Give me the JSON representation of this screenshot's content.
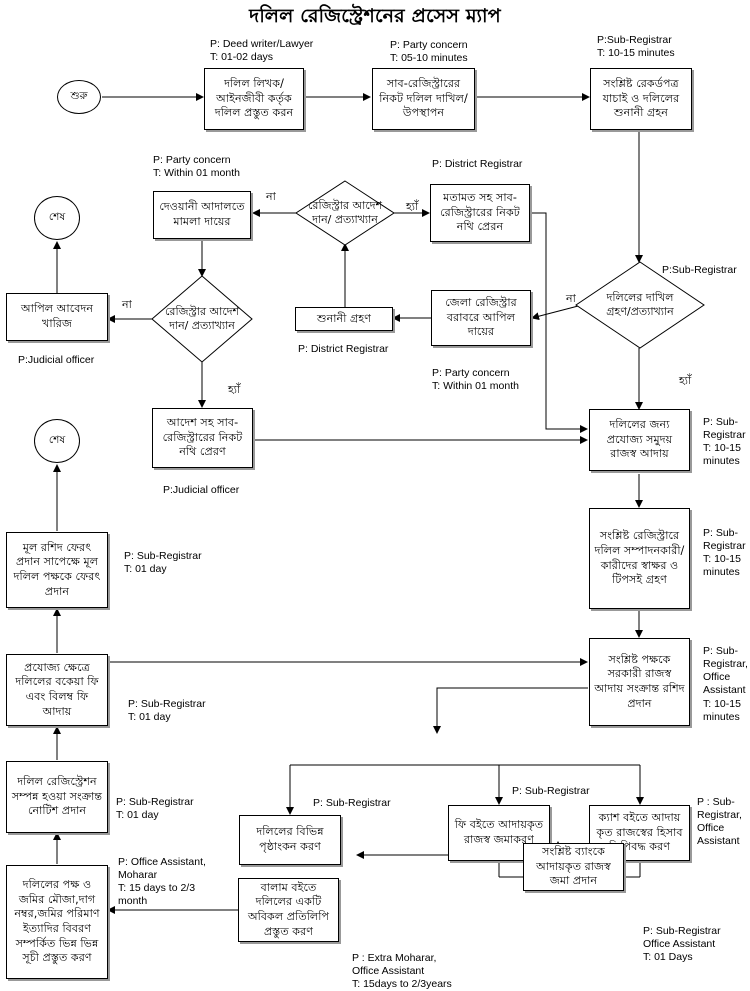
{
  "title": "দলিল রেজিস্ট্রেশনের প্রসেস ম্যাপ",
  "start_label": "শুরু",
  "end_label": "শেষ",
  "yes_label": "হ্যাঁ",
  "no_label": "না",
  "steps": {
    "deed_prep": "দলিল লিখক/ আইনজীবী কর্তৃক দলিল প্রস্তুত করন",
    "submit": "সাব-রেজিস্ট্রারের নিকট দলিল দাখিল/উপস্থাপন",
    "verify": "সংশ্লিষ্ট রেকর্ডপত্র যাচাই ও দলিলের শুনানী গ্রহন",
    "accept_reject": "দলিলের দাখিল গ্রহণ/প্রত্যাখ্যান",
    "appeal_dr": "জেলা রেজিস্ট্রার বরাবরে আপিল দায়ের",
    "hearing": "শুনানী গ্রহণ",
    "registrar_order": "রেজিস্ট্রার আদেশ দান/ প্রত্যাখ্যান",
    "send_opinion": "মতামত সহ সাব-রেজিস্ট্রারের নিকট নথি প্রেরন",
    "civil_suit": "দেওয়ানী আদালতে মামলা দায়ের",
    "court_order": "রেজিস্ট্রার আদেশ দান/ প্রত্যাখ্যান",
    "appeal_dismissed": "আপিল আবেদন খারিজ",
    "send_with_order": "আদেশ সহ সাব-রেজিস্ট্রারের নিকট নথি প্রেরণ",
    "collect_revenue": "দলিলের জন্য প্রযোজ্য সমুদয় রাজস্ব আদায়",
    "signatures": "সংশ্লিষ্ট রেজিস্ট্রারে দলিল সম্পাদনকারী/ কারীদের স্বাক্ষর ও টিপসই গ্রহণ",
    "receipt": "সংশ্লিষ্ট পক্ষকে সরকারী রাজস্ব আদায় সংক্রান্ত রশিদ প্রদান",
    "fee_book": "ফি বইতে আদায়কৃত রাজস্ব জমাকরণ",
    "cash_book": "ক্যাশ বইতে আদায় কৃত রাজস্বের হিসাব লিপিবদ্ধ করণ",
    "page_marking": "দলিলের বিভিন্ন পৃষ্ঠাংকন করণ",
    "bank_deposit": "সংশ্লিষ্ট ব্যাংকে আদায়কৃত রাজস্ব জমা প্রদান",
    "volume_copy": "বালাম বইতে দলিলের একটি অবিকল প্রতিলিপি প্রস্তুত করণ",
    "lists": "দলিলের পক্ষ ও জমির মৌজা,দাগ নম্বর,জমির পরিমাণ ইত্যাদির বিবরণ সম্পর্কিত ভিন্ন ভিন্ন সূচী প্রস্তুত করণ",
    "notice": "দলিল রেজিস্ট্রেশন সম্পন্ন হওয়া সংক্রান্ত নোটিশ প্রদান",
    "fees": "প্রযোজ্য ক্ষেত্রে দলিলের বকেয়া ফি এবং বিলম্ব ফি আদায়",
    "return_deed": "মূল রশিদ ফেরৎ প্রদান সাপেক্ষে মূল দলিল পক্ষকে ফেরৎ প্রদান"
  },
  "notes": {
    "deed_prep": "P: Deed writer/Lawyer\nT: 01-02 days",
    "submit": "P: Party concern\nT: 05-10 minutes",
    "verify": "P:Sub-Registrar\nT: 10-15 minutes",
    "civil_suit": "P: Party concern\nT: Within 01 month",
    "send_opinion": "P: District Registrar",
    "accept_reject": "P:Sub-Registrar",
    "hearing": "P: District Registrar",
    "appeal_dismissed": "P:Judicial officer",
    "appeal_dr": "P: Party concern\nT: Within 01 month",
    "send_with_order": "P:Judicial officer",
    "collect_revenue": "P: Sub-\nRegistrar\nT: 10-15\nminutes",
    "signatures": "P: Sub-\nRegistrar\nT: 10-15\nminutes",
    "receipt": "P: Sub-\nRegistrar,\nOffice\nAssistant\nT: 10-15\nminutes",
    "return_deed": "P: Sub-Registrar\nT: 01 day",
    "fees": "P: Sub-Registrar\nT: 01 day",
    "notice": "P: Sub-Registrar\nT: 01 day",
    "page_marking": "P: Sub-Registrar",
    "fee_book": "P: Sub-Registrar",
    "cash_book": "P : Sub-\nRegistrar,\nOffice\nAssistant",
    "lists": "P: Office Assistant,\nMoharar\nT: 15 days to 2/3\nmonth",
    "volume_copy": "P : Extra Moharar,\nOffice Assistant\nT: 15days to 2/3years",
    "bank_deposit": "P: Sub-Registrar\nOffice Assistant\nT: 01 Days"
  }
}
